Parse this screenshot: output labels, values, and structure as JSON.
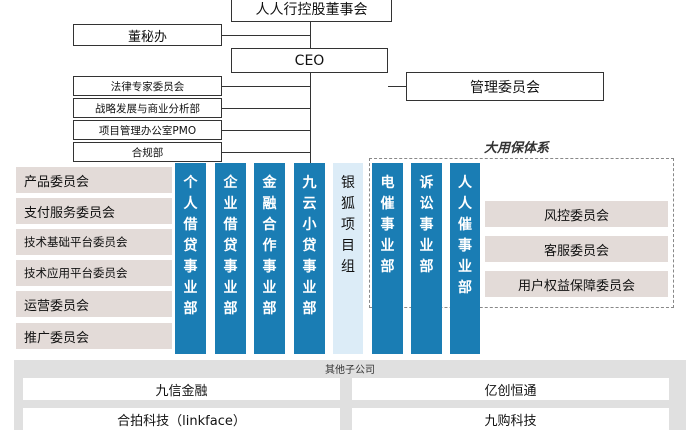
{
  "top": {
    "board": "人人行控股董事会",
    "secretary": "董秘办",
    "ceo": "CEO",
    "management_committee": "管理委员会"
  },
  "ceo_units": [
    "法律专家委员会",
    "战略发展与商业分析部",
    "项目管理办公室PMO",
    "合规部"
  ],
  "left_committees": [
    "产品委员会",
    "支付服务委员会",
    "技术基础平台委员会",
    "技术应用平台委员会",
    "运营委员会",
    "推广委员会"
  ],
  "business_units": [
    {
      "label": "个人借贷事业部",
      "style": "blue"
    },
    {
      "label": "企业借贷事业部",
      "style": "blue"
    },
    {
      "label": "金融合作事业部",
      "style": "blue"
    },
    {
      "label": "九云小贷事业部",
      "style": "blue"
    },
    {
      "label": "银狐项目组",
      "style": "light"
    },
    {
      "label": "电催事业部",
      "style": "blue"
    },
    {
      "label": "诉讼事业部",
      "style": "blue"
    },
    {
      "label": "人人催事业部",
      "style": "blue"
    }
  ],
  "guarantee_system": {
    "title": "大用保体系",
    "committees": [
      "风控委员会",
      "客服委员会",
      "用户权益保障委员会"
    ]
  },
  "subsidiaries": {
    "title": "其他子公司",
    "items": [
      "九信金融",
      "亿创恒通",
      "合拍科技（linkface）",
      "九购科技"
    ]
  },
  "colors": {
    "blue_column": "#1a7db4",
    "light_column": "#dcecf7",
    "committee_bg": "#e3dbd8"
  }
}
